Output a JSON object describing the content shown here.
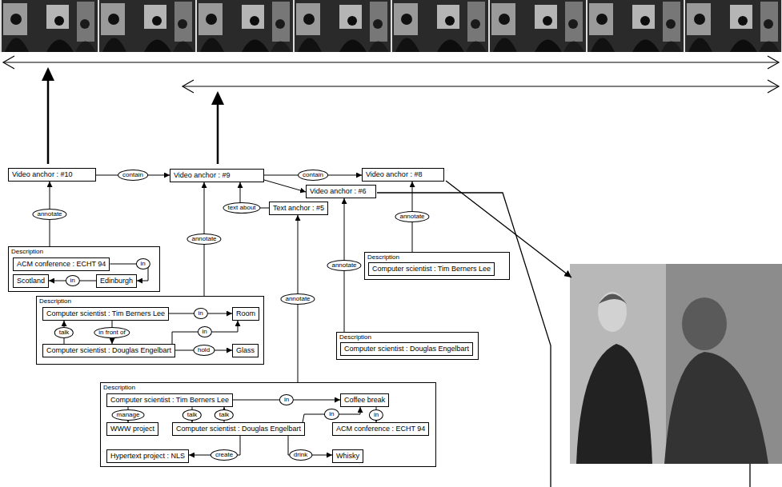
{
  "diagram": {
    "nodes": [
      {
        "text": [
          "Video anchor : #10"
        ]
      },
      {
        "text": [
          "Video anchor : #9"
        ]
      },
      {
        "text": [
          "Video anchor : #8"
        ]
      },
      {
        "text": [
          "Video anchor : #6"
        ]
      },
      {
        "text": [
          "Text anchor : #5"
        ]
      },
      {
        "text": [
          "Description"
        ]
      },
      {
        "text": [
          "ACM conference : ECHT 94"
        ],
        "in": 5
      },
      {
        "text": [
          "Scotland"
        ],
        "in": 5
      },
      {
        "text": [
          "Edinburgh"
        ],
        "in": 5
      },
      {
        "text": [
          "Description"
        ]
      },
      {
        "text": [
          "Computer scientist : Tim Berners Lee"
        ],
        "in": 9
      },
      {
        "text": [
          "Room"
        ],
        "in": 9
      },
      {
        "text": [
          "Computer scientist : Douglas Engelbart"
        ],
        "in": 9
      },
      {
        "text": [
          "Glass"
        ],
        "in": 9
      },
      {
        "text": [
          "Description"
        ]
      },
      {
        "text": [
          "Computer scientist : Tim Berners Lee"
        ],
        "in": 14
      },
      {
        "text": [
          "Coffee break"
        ],
        "in": 14
      },
      {
        "text": [
          "WWW project"
        ],
        "in": 14
      },
      {
        "text": [
          "Computer scientist : Douglas Engelbart"
        ],
        "in": 14
      },
      {
        "text": [
          "ACM conference : ECHT 94"
        ],
        "in": 14
      },
      {
        "text": [
          "Hypertext project : NLS"
        ],
        "in": 14
      },
      {
        "text": [
          "Whisky"
        ],
        "in": 14
      },
      {
        "text": [
          "Description"
        ]
      },
      {
        "text": [
          "Computer scientist : Tim Berners Lee"
        ],
        "in": 22
      },
      {
        "text": [
          "Description"
        ]
      },
      {
        "text": [
          "Computer scientist : Douglas Engelbart"
        ],
        "in": 24
      }
    ],
    "edges": [
      {
        "from": 0,
        "to": 1,
        "label": "contain",
        "arrow": "to"
      },
      {
        "from": 1,
        "to": 2,
        "label": "contain",
        "arrow": "to"
      },
      {
        "from": 1,
        "to": 3,
        "arrow": "to"
      },
      {
        "from": 5,
        "to": 0,
        "label": "annotate",
        "arrow": "to"
      },
      {
        "from": 9,
        "to": 1,
        "label": "annotate",
        "arrow": "to"
      },
      {
        "from": 4,
        "to": 1,
        "label": "text about",
        "arrow": "to"
      },
      {
        "from": 14,
        "to": 4,
        "label": "annotate",
        "arrow": "to"
      },
      {
        "from": 24,
        "to": 3,
        "label": "annotate",
        "arrow": "to"
      },
      {
        "from": 22,
        "to": 2,
        "label": "annotate",
        "arrow": "to"
      },
      {
        "from": 6,
        "to": 8,
        "label": "in",
        "arrow": "to"
      },
      {
        "from": 8,
        "to": 7,
        "label": "in",
        "arrow": "to"
      },
      {
        "from": 10,
        "to": 11,
        "label": "in",
        "arrow": "to"
      },
      {
        "from": 12,
        "to": 11,
        "label": "in",
        "arrow": "to"
      },
      {
        "from": 12,
        "to": 10,
        "label": "talk",
        "arrow": "to"
      },
      {
        "from": 10,
        "to": 12,
        "label": "in front of",
        "arrow": "to"
      },
      {
        "from": 12,
        "to": 13,
        "label": "hold",
        "arrow": "to"
      },
      {
        "from": 15,
        "to": 16,
        "label": "in",
        "arrow": "to"
      },
      {
        "from": 15,
        "to": 17,
        "label": "manage",
        "arrow": "to"
      },
      {
        "from": 15,
        "to": 18,
        "label": "talk",
        "arrow": "to"
      },
      {
        "from": 18,
        "to": 15,
        "label": "talk",
        "arrow": "to"
      },
      {
        "from": 18,
        "to": 16,
        "label": "in",
        "arrow": "to"
      },
      {
        "from": 16,
        "to": 19,
        "label": "in",
        "arrow": "to"
      },
      {
        "from": 18,
        "to": 20,
        "label": "create",
        "arrow": "to"
      },
      {
        "from": 18,
        "to": 21,
        "label": "drink",
        "arrow": "to"
      }
    ]
  }
}
